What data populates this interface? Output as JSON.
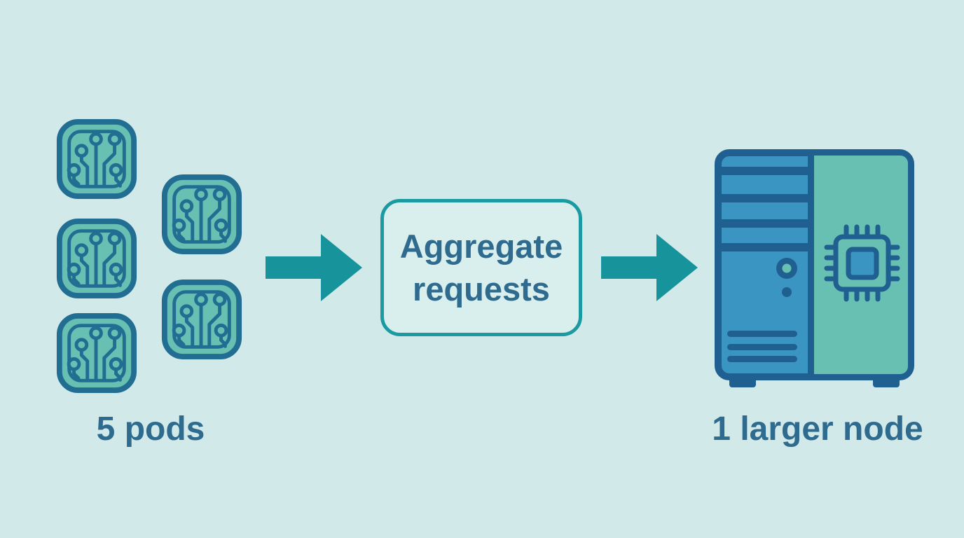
{
  "diagram": {
    "pods_group": {
      "label": "5 pods",
      "pod_count": 5,
      "icon": "circuit-pod-icon"
    },
    "flow": [
      {
        "icon": "right-arrow-icon"
      },
      {
        "icon": "right-arrow-icon"
      }
    ],
    "process_box": {
      "label": "Aggregate requests"
    },
    "node_group": {
      "label": "1 larger node",
      "icon": "server-tower-icon"
    }
  },
  "theme": {
    "background": "#d2e9ea",
    "box_background": "#d9efee",
    "accent_teal": "#17939c",
    "box_border": "#1b9aa1",
    "text_color": "#2e6b8e",
    "pod_fill": "#68c0b2",
    "pod_stroke": "#226e93",
    "server_dark": "#1f6090",
    "server_blue": "#3a95c2",
    "server_teal": "#68c0b3"
  }
}
